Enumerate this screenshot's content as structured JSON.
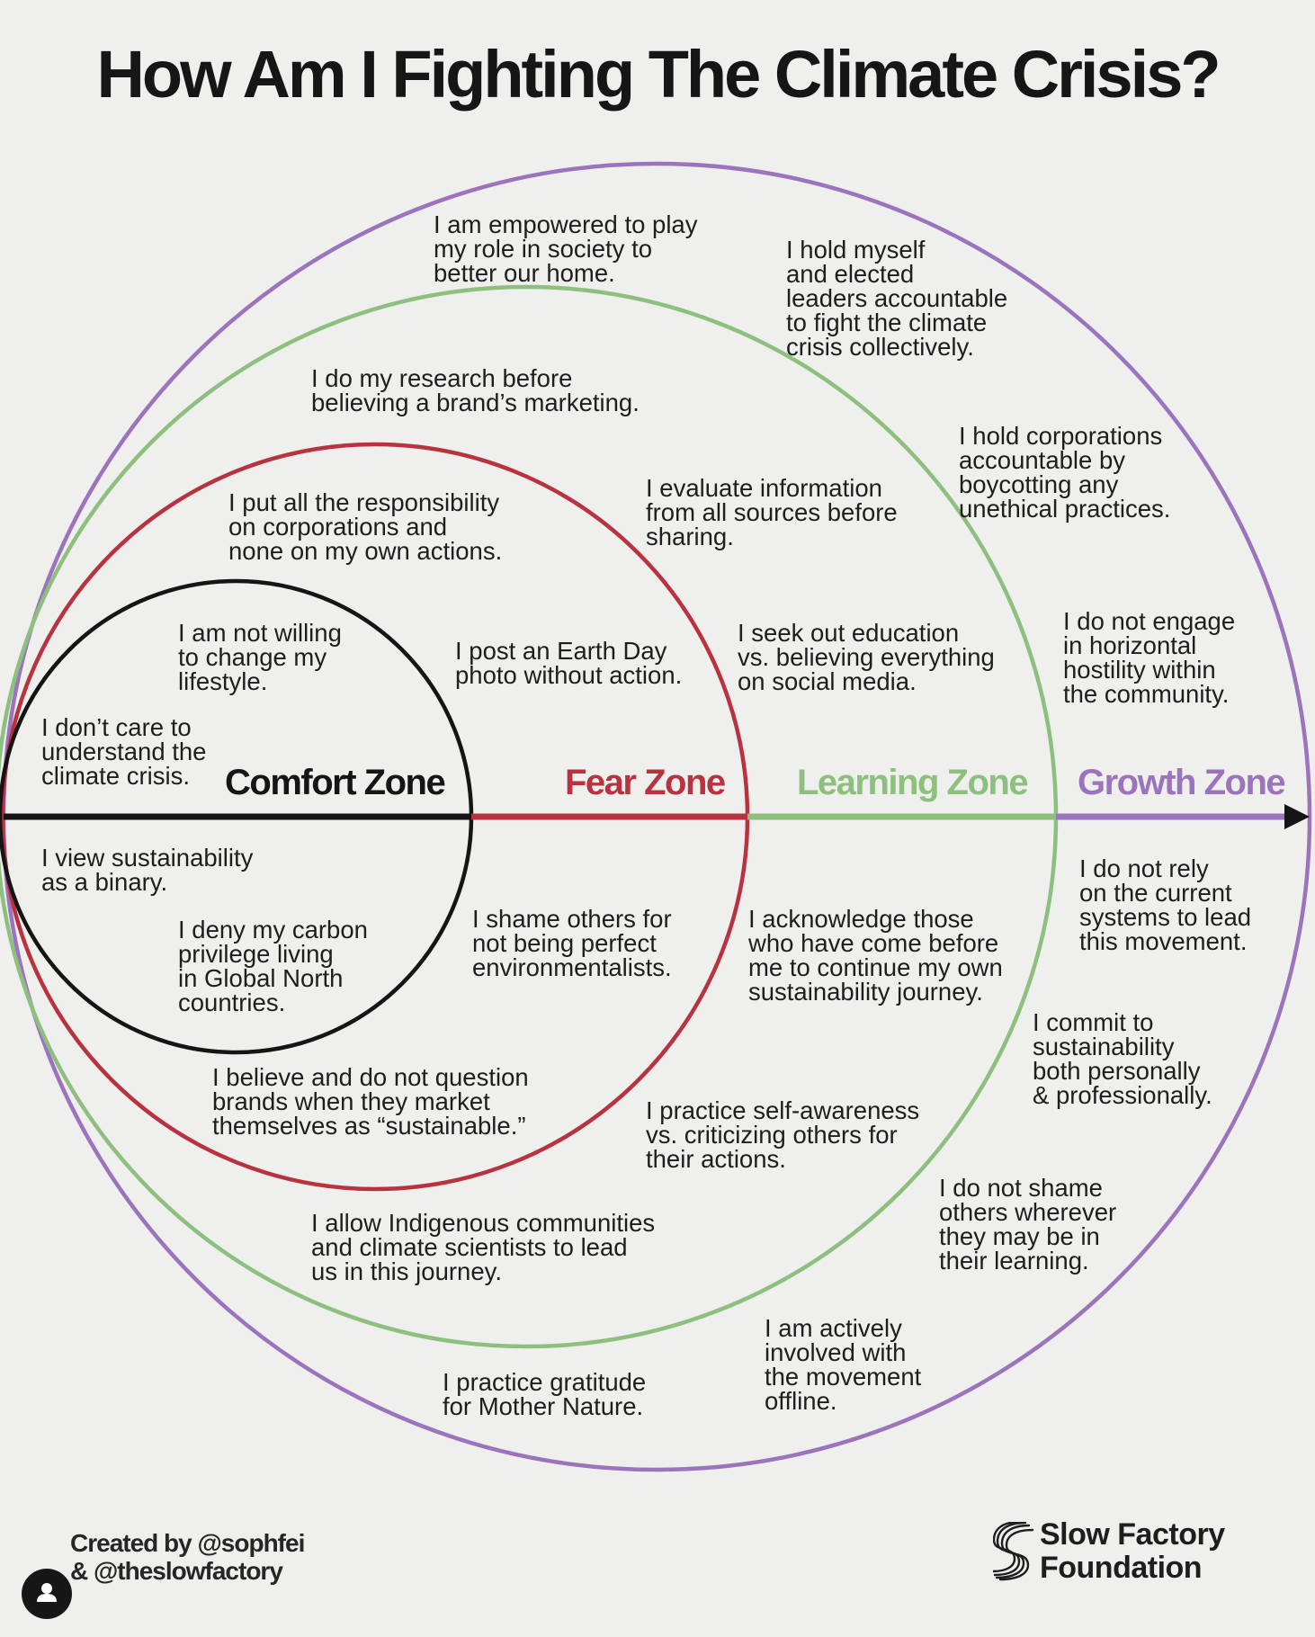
{
  "title": "How Am I Fighting The Climate Crisis?",
  "colors": {
    "comfort": "#151515",
    "fear": "#b8333f",
    "learning": "#8dc07e",
    "growth": "#9b74bd",
    "background": "#efefed"
  },
  "zones": {
    "comfort": "Comfort Zone",
    "fear": "Fear Zone",
    "learning": "Learning Zone",
    "growth": "Growth Zone"
  },
  "statements": {
    "comfort": [
      "I am not willing\nto change my\nlifestyle.",
      "I don’t care to\nunderstand the\nclimate crisis.",
      "I view sustainability\nas a binary.",
      "I deny my carbon\nprivilege living\nin Global North\ncountries."
    ],
    "fear": [
      "I put all the responsibility\non corporations and\nnone on my own actions.",
      "I post an Earth Day\nphoto without action.",
      "I shame others for\nnot being perfect\nenvironmentalists.",
      "I believe and do not question\nbrands when they market\nthemselves as “sustainable.”"
    ],
    "learning": [
      "I do my research before\nbelieving a brand’s marketing.",
      "I evaluate information\nfrom all sources before\nsharing.",
      "I seek out education\nvs. believing everything\non social media.",
      "I acknowledge those\nwho have come before\nme to continue my own\nsustainability journey.",
      "I practice self-awareness\nvs. criticizing others for\ntheir actions.",
      "I allow Indigenous communities\nand climate scientists to lead\nus in this journey."
    ],
    "growth": [
      "I am empowered to play\nmy role in society to\nbetter our home.",
      "I hold myself\nand elected\nleaders accountable\nto fight the climate\ncrisis collectively.",
      "I hold corporations\naccountable by\nboycotting any\nunethical practices.",
      "I do not engage\nin horizontal\nhostility within\nthe community.",
      "I do not rely\non the current\nsystems to lead\nthis movement.",
      "I commit to\nsustainability\nboth personally\n& professionally.",
      "I do not shame\nothers wherever\nthey may be in\ntheir learning.",
      "I am actively\ninvolved with\nthe movement\noffline.",
      "I practice gratitude\nfor Mother Nature."
    ]
  },
  "footer": {
    "credit_line1": "Created by @sophfei",
    "credit_line2": "& @theslowfactory",
    "brand": "Slow Factory\nFoundation",
    "brand_logo_icon": "slow-factory-logo-icon",
    "avatar_icon": "user-avatar-icon"
  }
}
